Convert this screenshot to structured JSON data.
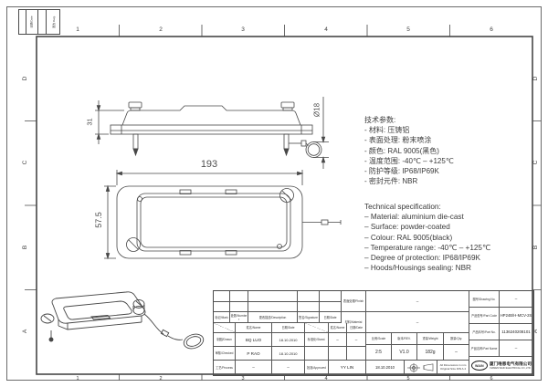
{
  "sheet": {
    "grid": {
      "top": [
        "1",
        "2",
        "3",
        "4",
        "5",
        "6"
      ],
      "bottom": [
        "1",
        "2",
        "3",
        "4",
        "5",
        "6"
      ],
      "left": [
        "D",
        "C",
        "B",
        "A"
      ],
      "right": [
        "D",
        "C",
        "B",
        "A"
      ]
    },
    "rev_strip": {
      "c1": "日期/Date",
      "c2": "更改 Dwg."
    }
  },
  "dimensions": {
    "length": "193",
    "width": "57.5",
    "height": "31",
    "cap_dia": "Ø18"
  },
  "tech_cn": {
    "l0": "技术参数:",
    "l1": "- 材料: 压铸铝",
    "l2": "- 表面处理: 粉末喷涂",
    "l3": "- 颜色: RAL 9005(黑色)",
    "l4": "- 温度范围: -40℃ – +125℃",
    "l5": "- 防护等级: IP68/IP69K",
    "l6": "- 密封元件: NBR"
  },
  "tech_en": {
    "l0": "Technical specification:",
    "l1": "– Material: aluminium die-cast",
    "l2": "– Surface: powder-coated",
    "l3": "– Colour: RAL 9005(black)",
    "l4": "– Temperature range: -40℃ – +125℃",
    "l5": "– Degree of protection: IP68/IP69K",
    "l6": "– Hoods/Housings sealing: NBR"
  },
  "title_block": {
    "revision": {
      "mark": "标记/Mark",
      "number": "处数/Number",
      "description": "更改描述/Description",
      "signature": "签名/Signature",
      "date": "日期/Date"
    },
    "approval": {
      "name_label": "姓名/Name",
      "date_label": "日期/Date",
      "drawn_label": "制图/Drawn",
      "drawn_name": "BQ LUO",
      "drawn_date": "18.10.2010",
      "checked_label": "审核/Checked",
      "checked_name": "P RAO",
      "checked_date": "18.10.2010",
      "process_label": "工艺/Process",
      "process_name": "–",
      "process_date": "–",
      "stand_label": "标准化/Stand.",
      "stand_name": "–",
      "stand_date": "–",
      "approved_label": "批准/Approved",
      "approved_name": "YY LIN",
      "approved_date": "18.10.2010"
    },
    "finish": {
      "label": "表面处理/Finish",
      "value": "–"
    },
    "material": {
      "label": "材料/Material",
      "value": "–"
    },
    "scale": {
      "label": "比例/Scale",
      "value": "2:5"
    },
    "rev": {
      "label": "版本/REV.",
      "value": "V1.0"
    },
    "weight": {
      "label": "重量/Weight",
      "value": "182g"
    },
    "qty": {
      "label": "数量/Qty.",
      "value": "–"
    },
    "note_line1": "All Dimensions in mm",
    "note_line2": "Original Size DIN A 4",
    "drawing_no": {
      "label": "图号/Drawing No.",
      "value": "–"
    },
    "part_code": {
      "label": "产品型号/Part Code",
      "value": "HP24B/H-MCV-2S"
    },
    "part_no": {
      "label": "产品料号/Part No.",
      "value": "1136240208101"
    },
    "part_name": {
      "label": "产品名称/Part Name",
      "value": "–"
    },
    "company": {
      "logo": "WAIN",
      "name_cn": "厦门唯恩电气有限公司",
      "name_en": "XIAMEN WAIN ELECTRICAL CO.,LTD"
    },
    "icons": {
      "projection_circle": "first-angle-projection-icon",
      "projection_cone": "cone-projection-icon"
    }
  }
}
